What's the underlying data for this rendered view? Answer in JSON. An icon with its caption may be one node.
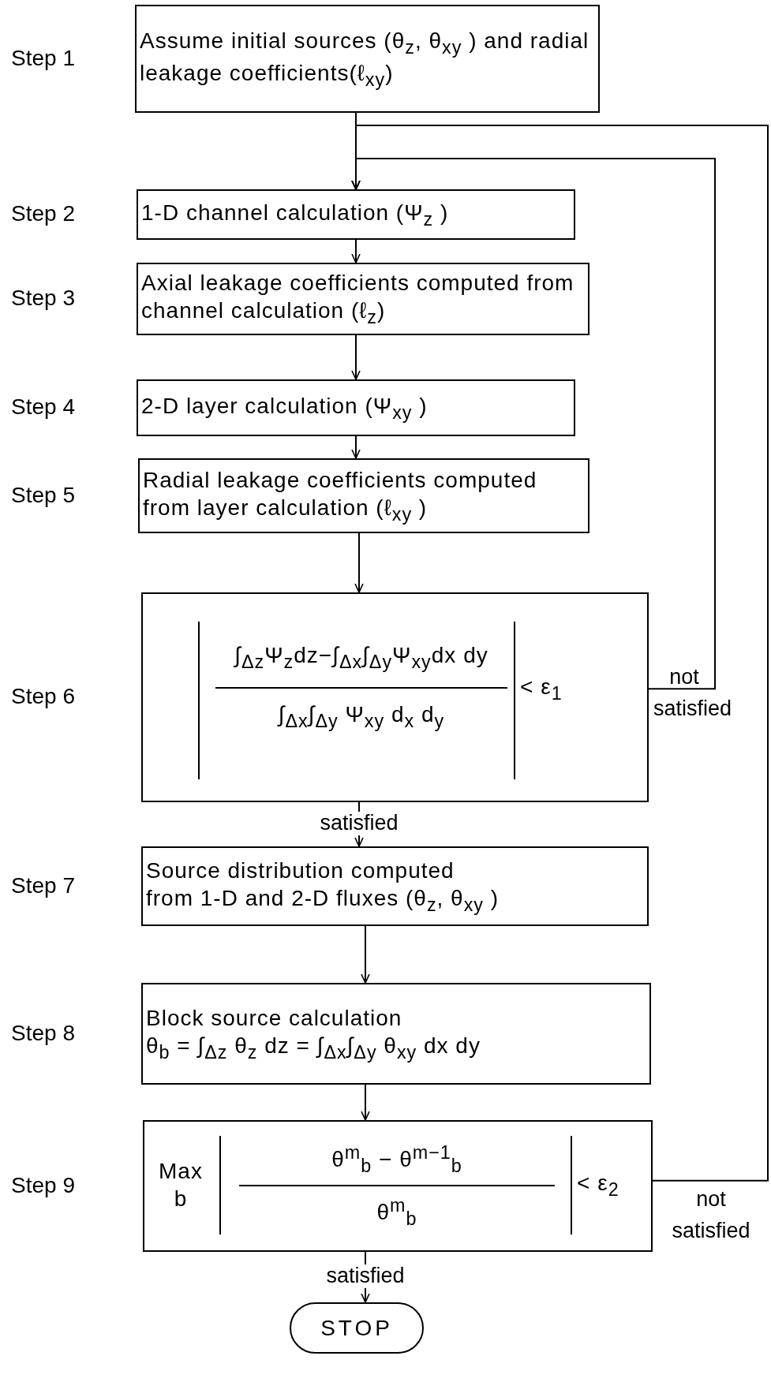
{
  "diagram": {
    "nodes": [
      {
        "text": [
          "Assume initial sources (θ$_{z}$, θ$_{xy}$ ) and radial leakage coefficients(ℓ$_{xy}$)"
        ],
        "beside": [
          "Step 1"
        ]
      },
      {
        "text": [
          "1-D channel calculation (Ψ$_{z}$ )"
        ],
        "beside": [
          "Step 2"
        ]
      },
      {
        "text": [
          "Axial leakage coefficients computed from channel calculation (ℓ$_{z}$)"
        ],
        "beside": [
          "Step 3"
        ]
      },
      {
        "text": [
          "2-D layer calculation (Ψ$_{xy}$ )"
        ],
        "beside": [
          "Step 4"
        ]
      },
      {
        "text": [
          "Radial leakage coefficients computed from layer calculation (ℓ$_{xy}$ )"
        ],
        "beside": [
          "Step 5"
        ]
      },
      {
        "text": [
          "∫$_{Δz}$Ψ$_{z}$dz−∫$_{Δx}$∫$_{Δy}$Ψ$_{xy}$dx dy",
          "∫$_{Δx}$∫$_{Δy}$ Ψ$_{xy}$ d$_{x}$ d$_{y}$",
          "< ε$_{1}$"
        ],
        "beside": [
          "Step 6"
        ]
      },
      {
        "text": [
          "Source distribution computed from 1-D and 2-D fluxes (θ$_{z}$, θ$_{xy}$ )"
        ],
        "beside": [
          "Step 7"
        ]
      },
      {
        "text": [
          "Block source calculation",
          "θ$_{b}$ = ∫$_{Δz}$ θ$_{z}$ dz = ∫$_{Δx}$∫$_{Δy}$ θ$_{xy}$ dx dy"
        ],
        "beside": [
          "Step 8"
        ]
      },
      {
        "text": [
          "Max b",
          "θ$^{m}$$_{b}$ − θ$^{m−1}$$_{b}$",
          "θ$^{m}$$_{b}$",
          "< ε$_{2}$"
        ],
        "beside": [
          "Step 9"
        ]
      },
      {
        "text": [
          "STOP"
        ]
      }
    ],
    "edges": [
      {
        "from": 0,
        "to": 1,
        "arrow": "to"
      },
      {
        "from": 1,
        "to": 2,
        "arrow": "to"
      },
      {
        "from": 2,
        "to": 3,
        "arrow": "to"
      },
      {
        "from": 3,
        "to": 4,
        "arrow": "to"
      },
      {
        "from": 4,
        "to": 5,
        "arrow": "to"
      },
      {
        "from": 5,
        "to": 6,
        "arrow": "to",
        "label": "satisfied"
      },
      {
        "from": 6,
        "to": 7,
        "arrow": "to"
      },
      {
        "from": 7,
        "to": 8,
        "arrow": "to"
      },
      {
        "from": 8,
        "to": 9,
        "arrow": "to",
        "label": "satisfied"
      },
      {
        "from": 5,
        "to": 1,
        "arrow": "to",
        "label": "not satisfied"
      },
      {
        "from": 8,
        "to": 1,
        "arrow": "to",
        "label": "not satisfied"
      }
    ]
  }
}
